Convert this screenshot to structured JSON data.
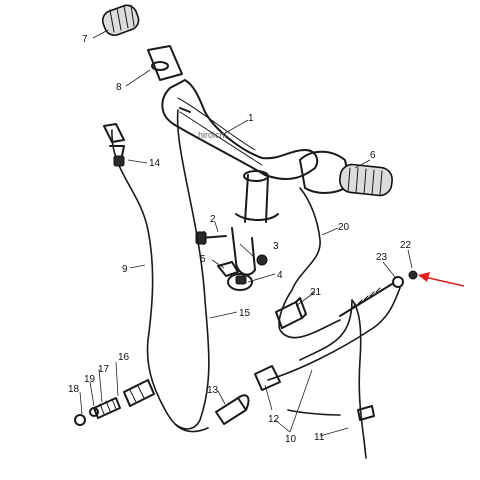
{
  "watermark": "hiroichi",
  "callouts": {
    "c1": "1",
    "c2": "2",
    "c3": "3",
    "c4": "4",
    "c5": "5",
    "c6": "6",
    "c7": "7",
    "c8": "8",
    "c9": "9",
    "c10": "10",
    "c11": "11",
    "c12": "12",
    "c13": "13",
    "c14": "14",
    "c15": "15",
    "c16": "16",
    "c17": "17",
    "c18": "18",
    "c19": "19",
    "c20": "20",
    "c21": "21",
    "c22": "22",
    "c23": "23"
  },
  "colors": {
    "line": "#1a1a1a",
    "pointer_arrow": "#e02020"
  }
}
